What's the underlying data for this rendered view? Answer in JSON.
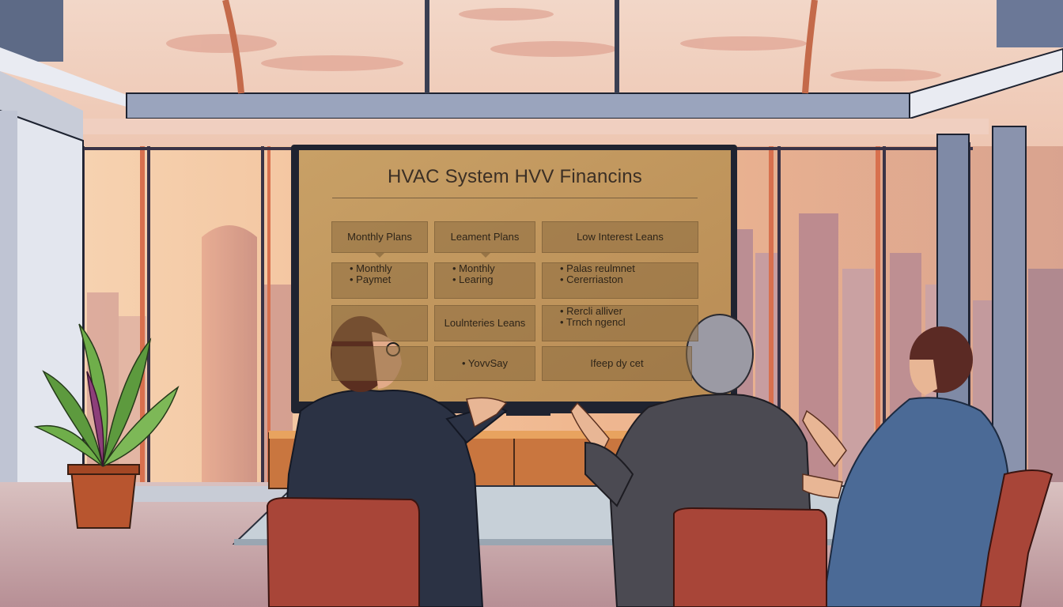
{
  "scene": {
    "description_tags": [
      "office",
      "presentation-screen",
      "city-skyline",
      "sunset"
    ],
    "colors": {
      "sky_top": "#f3d6c4",
      "sky_mid": "#e8b59a",
      "screen_bg": "#c49a5e",
      "frame": "#1f2330",
      "wall_light": "#dfe3ec"
    }
  },
  "screen": {
    "title": "HVAC System HVV Financins",
    "headers": [
      "Monthly Plans",
      "Leament Plans",
      "Low Interest Leans"
    ],
    "row1": {
      "col1": [
        "• Monthly",
        "• Paymet"
      ],
      "col2": [
        "• Monthly",
        "• Learing"
      ],
      "col3": [
        "• Palas reulmnet",
        "• Cererriaston"
      ]
    },
    "row2": {
      "col2": "Loulnteries Leans",
      "col3": [
        "• Rercli alliver",
        "• Trnch ngencl"
      ]
    },
    "row3": {
      "col2": "• YovvSay",
      "col3": "Ifeep dy cet"
    }
  }
}
